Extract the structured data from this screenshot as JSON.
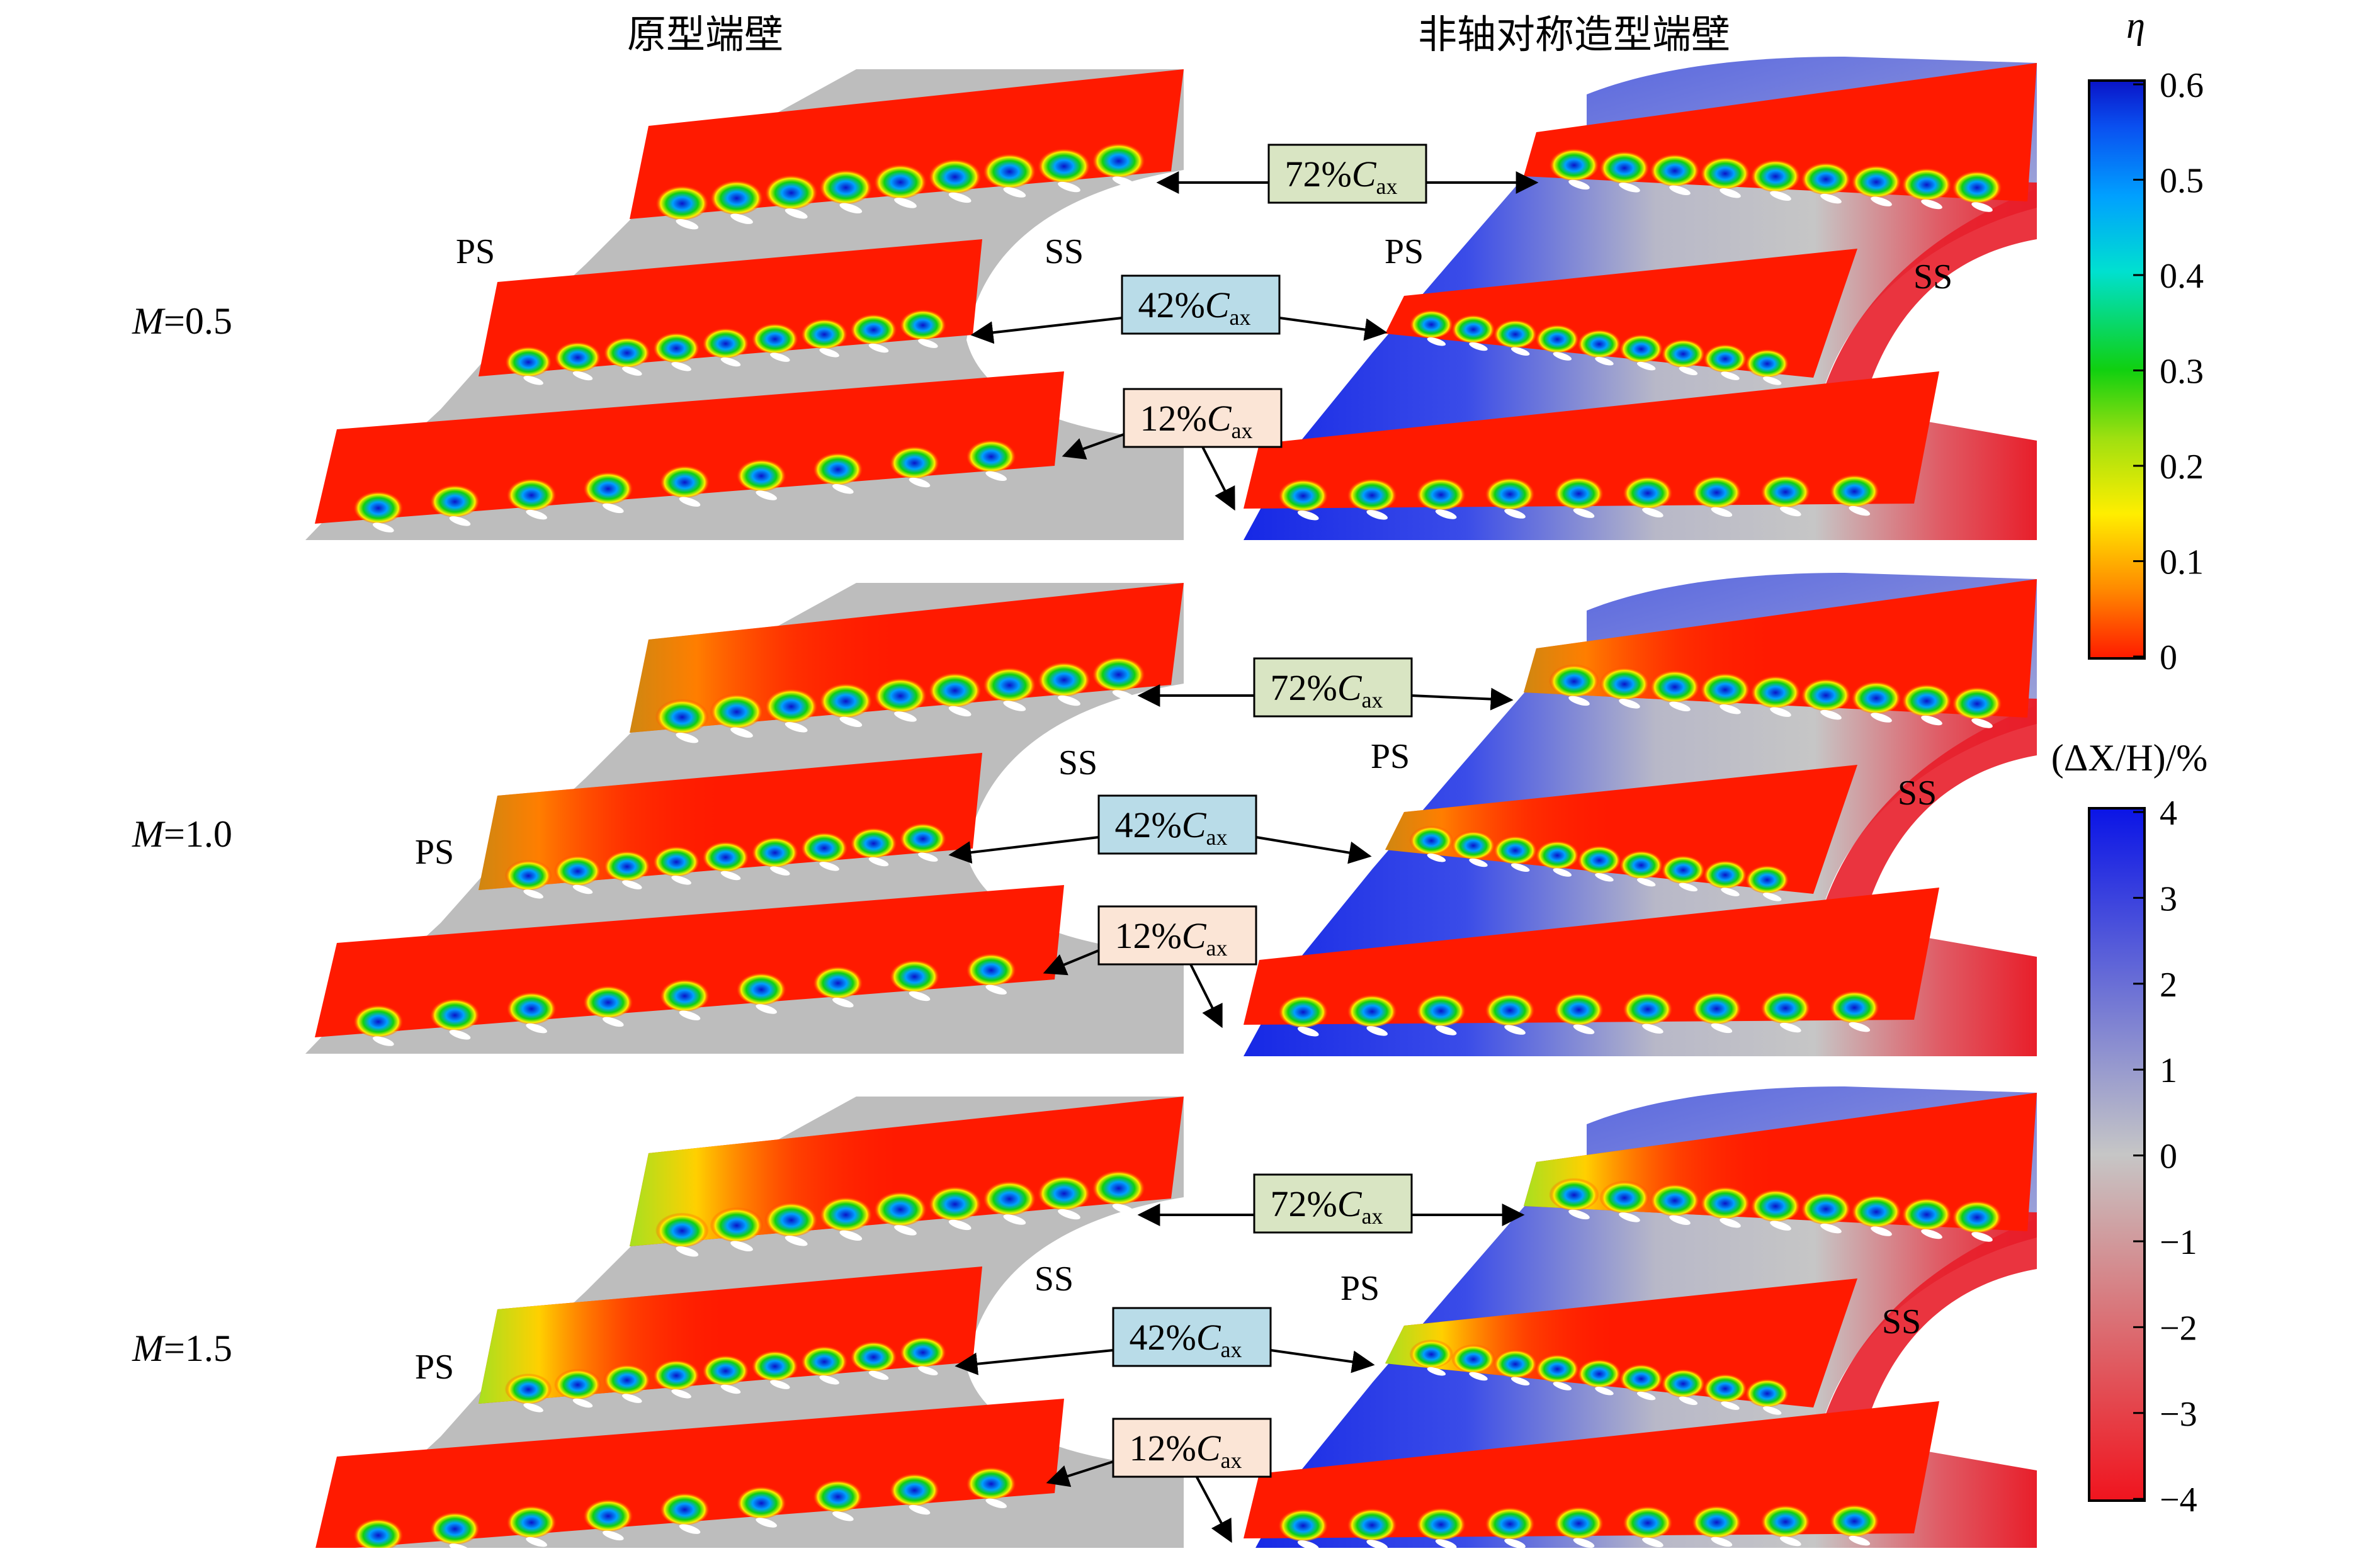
{
  "headers": {
    "left": "原型端壁",
    "right": "非轴对称造型端壁"
  },
  "rows": [
    {
      "m_var": "M",
      "m_val": "=0.5"
    },
    {
      "m_var": "M",
      "m_val": "=1.0"
    },
    {
      "m_var": "M",
      "m_val": "=1.5"
    }
  ],
  "side_labels": {
    "pressure": "PS",
    "suction": "SS"
  },
  "planes": [
    {
      "pct": "72%",
      "var": "C",
      "sub": "ax",
      "color": "#d9e5c3"
    },
    {
      "pct": "42%",
      "var": "C",
      "sub": "ax",
      "color": "#b9dce8"
    },
    {
      "pct": "12%",
      "var": "C",
      "sub": "ax",
      "color": "#fbe5d6"
    }
  ],
  "colorbar_eta": {
    "title": "η",
    "ticks": [
      "0.6",
      "0.5",
      "0.4",
      "0.3",
      "0.2",
      "0.1",
      "0"
    ]
  },
  "colorbar_dx": {
    "title": "(ΔX/H)/%",
    "ticks": [
      "4",
      "3",
      "2",
      "1",
      "0",
      "−1",
      "−2",
      "−3",
      "−4"
    ]
  }
}
